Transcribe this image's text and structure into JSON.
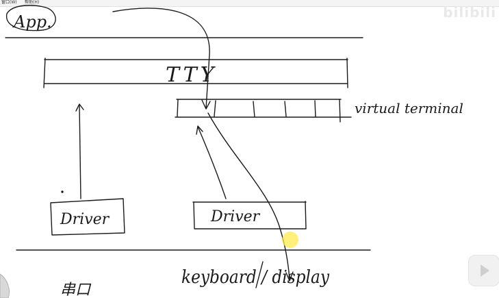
{
  "menu": {
    "item1": "窗口(W)",
    "item2": "帮助(H)"
  },
  "watermark": "bilibili",
  "diagram": {
    "app_label": "App.",
    "tty_label": "TTY",
    "virtual_terminal_label": "virtual terminal",
    "driver_left_label": "Driver",
    "driver_right_label": "Driver",
    "keyboard_display_label": "keyboard / display",
    "bottom_left_label": "串口"
  },
  "colors": {
    "ink": "#1a1a1a",
    "cursor_highlight": "#ffe34f"
  }
}
